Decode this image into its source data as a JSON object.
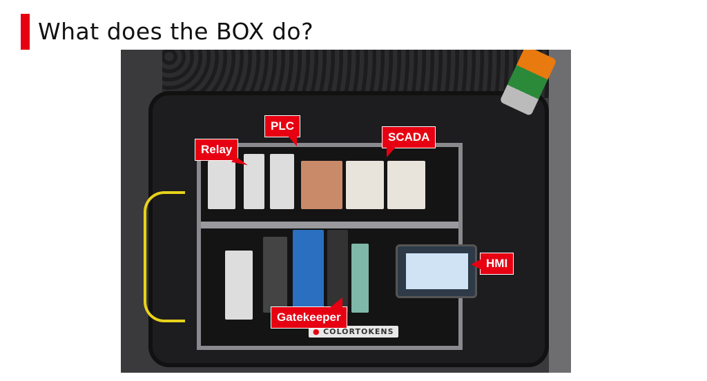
{
  "slide": {
    "title": "What does the BOX do?",
    "accent_color": "#e60012"
  },
  "photo": {
    "logo_text": "COLORTOKENS",
    "callouts": {
      "relay": "Relay",
      "plc": "PLC",
      "scada": "SCADA",
      "hmi": "HMI",
      "gatekeeper": "Gatekeeper"
    }
  }
}
